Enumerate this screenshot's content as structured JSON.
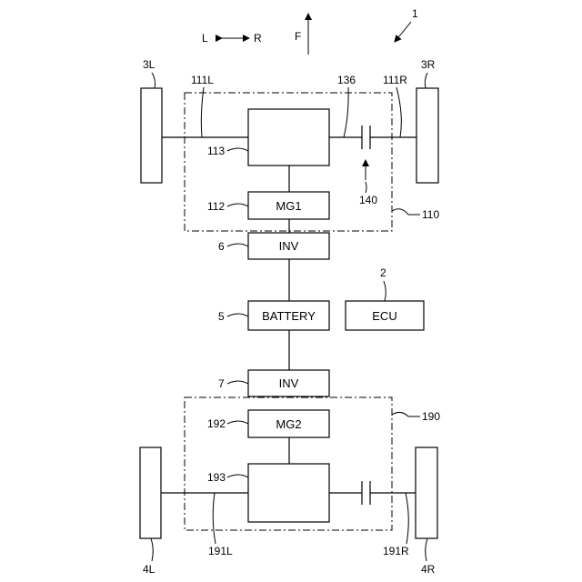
{
  "orientation": {
    "lr_left": "L",
    "lr_right": "R",
    "forward": "F"
  },
  "labels": {
    "system": "1",
    "ecu_ref": "2",
    "wheel_fl": "3L",
    "wheel_fr": "3R",
    "wheel_rl": "4L",
    "wheel_rr": "4R",
    "battery_ref": "5",
    "inv_front_ref": "6",
    "inv_rear_ref": "7",
    "front_unit": "110",
    "front_axle_l": "111L",
    "front_axle_r": "111R",
    "mg1_ref": "112",
    "front_gear_ref": "113",
    "front_shaft_ref": "136",
    "clutch_ref": "140",
    "rear_unit": "190",
    "rear_axle_l": "191L",
    "rear_axle_r": "191R",
    "mg2_ref": "192",
    "rear_gear_ref": "193"
  },
  "boxes": {
    "mg1": "MG1",
    "inv_front": "INV",
    "battery": "BATTERY",
    "ecu": "ECU",
    "inv_rear": "INV",
    "mg2": "MG2"
  }
}
